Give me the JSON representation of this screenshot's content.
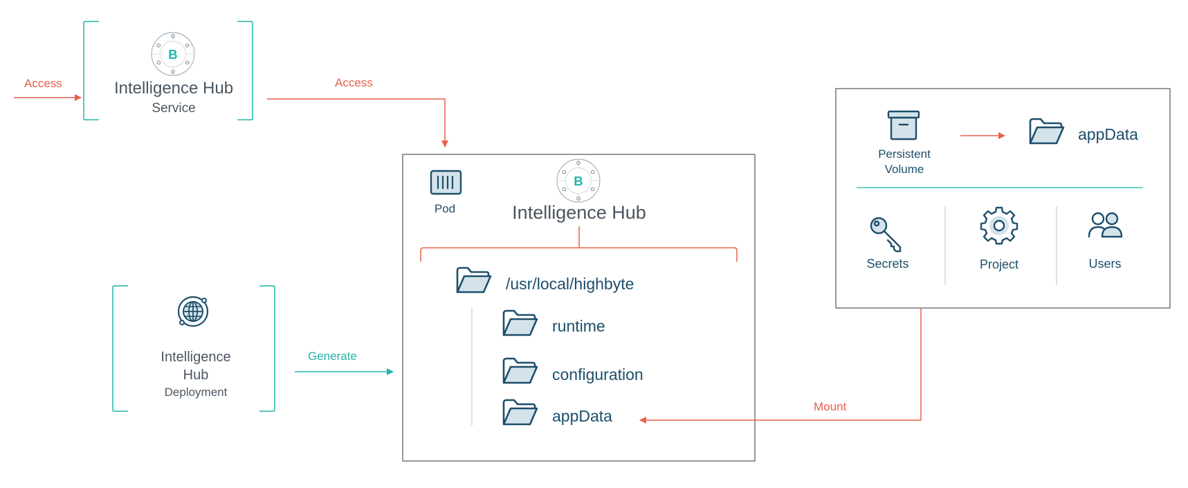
{
  "service": {
    "title": "Intelligence Hub",
    "subtitle": "Service",
    "logo_icon": "highbyte-logo-icon"
  },
  "deployment": {
    "title_line1": "Intelligence",
    "title_line2": "Hub",
    "subtitle": "Deployment",
    "icon": "globe-icon"
  },
  "pod": {
    "label": "Pod",
    "title": "Intelligence Hub",
    "container_icon": "container-icon",
    "logo_icon": "highbyte-logo-icon",
    "root_folder": "/usr/local/highbyte",
    "subfolders": [
      "runtime",
      "configuration",
      "appData"
    ]
  },
  "storage": {
    "volume_line1": "Persistent",
    "volume_line2": "Volume",
    "volume_icon": "archive-box-icon",
    "app_folder": "appData",
    "items": [
      {
        "label": "Secrets",
        "icon": "key-icon"
      },
      {
        "label": "Project",
        "icon": "gear-icon"
      },
      {
        "label": "Users",
        "icon": "users-icon"
      }
    ]
  },
  "arrows": {
    "access_in": "Access",
    "access_out": "Access",
    "generate": "Generate",
    "mount": "Mount"
  },
  "colors": {
    "orange": "#e8604c",
    "teal": "#1fb5a8",
    "navy": "#1d4e6b",
    "grey": "#4a5560",
    "folder_fill": "#d4e3ea"
  }
}
